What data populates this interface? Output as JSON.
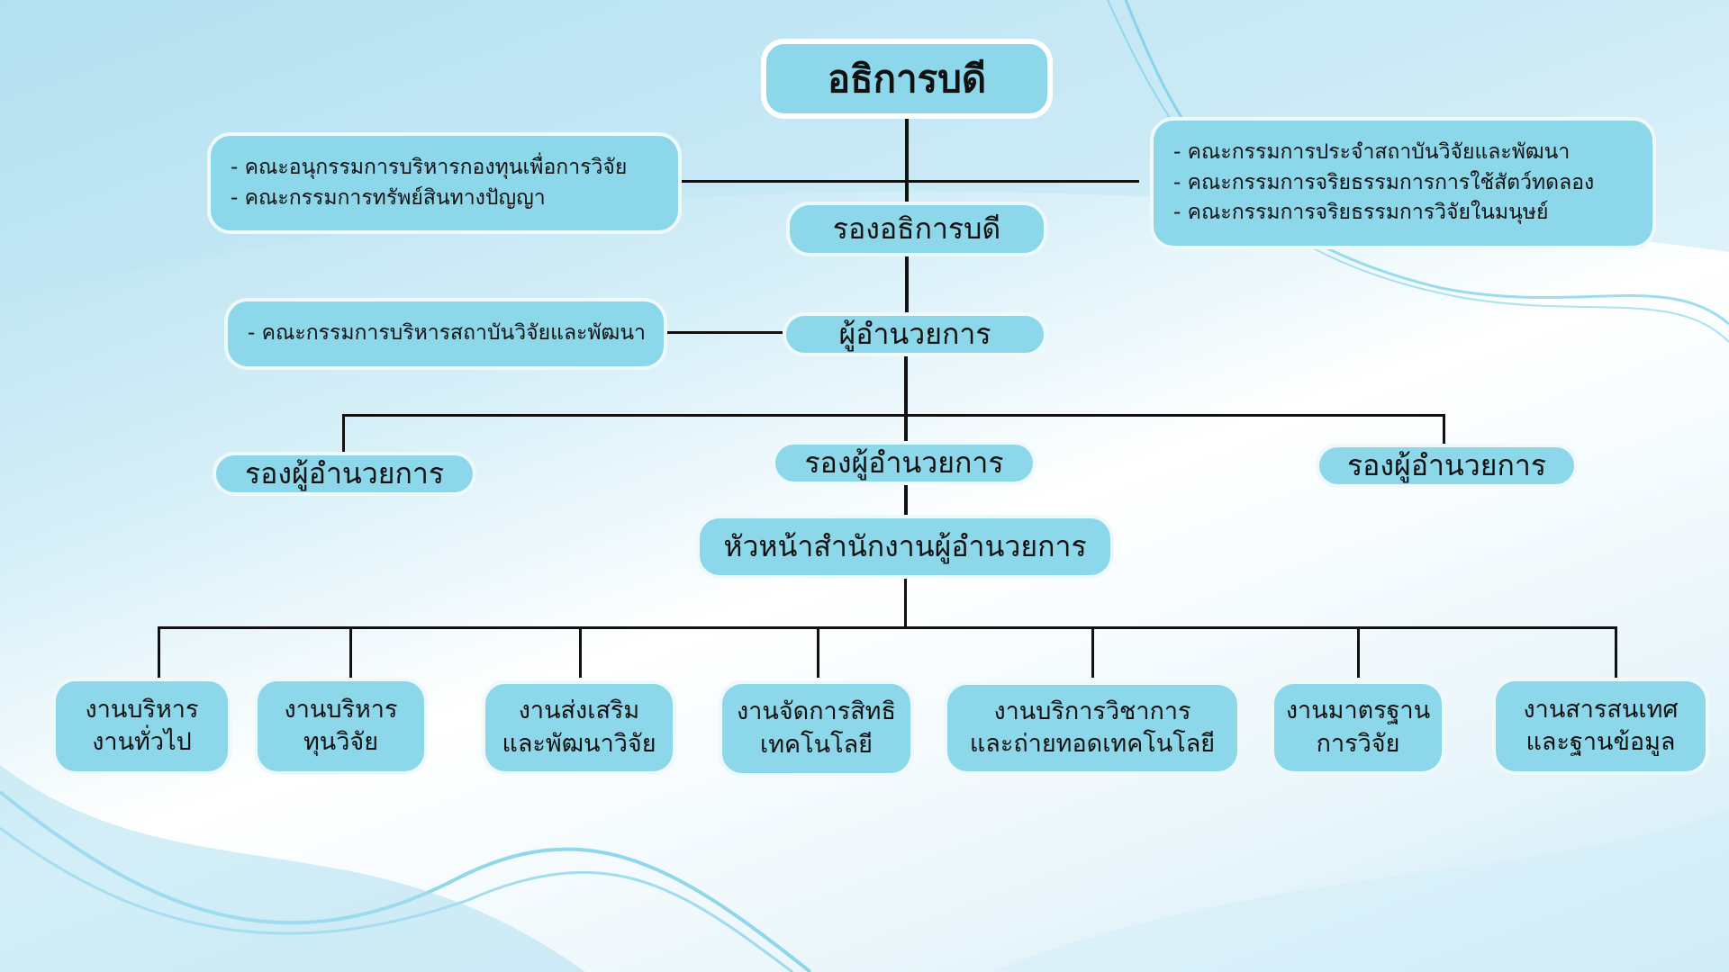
{
  "top": {
    "title": "อธิการบดี"
  },
  "committees_left": [
    "- คณะอนุกรรมการบริหารกองทุนเพื่อการวิจัย",
    "- คณะกรรมการทรัพย์สินทางปัญญา"
  ],
  "committees_right": [
    "- คณะกรรมการประจำสถาบันวิจัยและพัฒนา",
    "- คณะกรรมการจริยธรรมการการใช้สัตว์ทดลอง",
    "- คณะกรรมการจริยธรรมการวิจัยในมนุษย์"
  ],
  "vice_president": "รองอธิการบดี",
  "director_committee": "- คณะกรรมการบริหารสถาบันวิจัยและพัฒนา",
  "director": "ผู้อำนวยการ",
  "deputies": [
    "รองผู้อำนวยการ",
    "รองผู้อำนวยการ",
    "รองผู้อำนวยการ"
  ],
  "office_head": "หัวหน้าสำนักงานผู้อำนวยการ",
  "units": [
    {
      "l1": "งานบริหาร",
      "l2": "งานทั่วไป"
    },
    {
      "l1": "งานบริหาร",
      "l2": "ทุนวิจัย"
    },
    {
      "l1": "งานส่งเสริม",
      "l2": "และพัฒนาวิจัย"
    },
    {
      "l1": "งานจัดการสิทธิ",
      "l2": "เทคโนโลยี"
    },
    {
      "l1": "งานบริการวิชาการ",
      "l2": "และถ่ายทอดเทคโนโลยี"
    },
    {
      "l1": "งานมาตรฐาน",
      "l2": "การวิจัย"
    },
    {
      "l1": "งานสารสนเทศ",
      "l2": "และฐานข้อมูล"
    }
  ],
  "colors": {
    "box": "#8dd7ea",
    "line": "#111111"
  }
}
